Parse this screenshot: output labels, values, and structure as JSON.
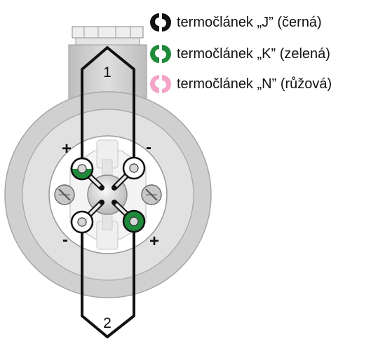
{
  "colors": {
    "thermocouple_J": "#111111",
    "thermocouple_K": "#1e8a3a",
    "thermocouple_N": "#f4a4c8",
    "body_gray": "#d4d4d4",
    "wire": "#111111"
  },
  "legend": [
    {
      "icon": "thermocouple-symbol-black",
      "color": "#111111",
      "label": "termočlánek „J” (černá)"
    },
    {
      "icon": "thermocouple-symbol-green",
      "color": "#1e8a3a",
      "label": "termočlánek „K” (zelená)"
    },
    {
      "icon": "thermocouple-symbol-pink",
      "color": "#f4a4c8",
      "label": "termočlánek „N” (růžová)"
    }
  ],
  "labels": {
    "sensor_1": "1",
    "sensor_2": "2",
    "top_left_polarity": "+",
    "top_right_polarity": "-",
    "bottom_left_polarity": "-",
    "bottom_right_polarity": "+"
  }
}
